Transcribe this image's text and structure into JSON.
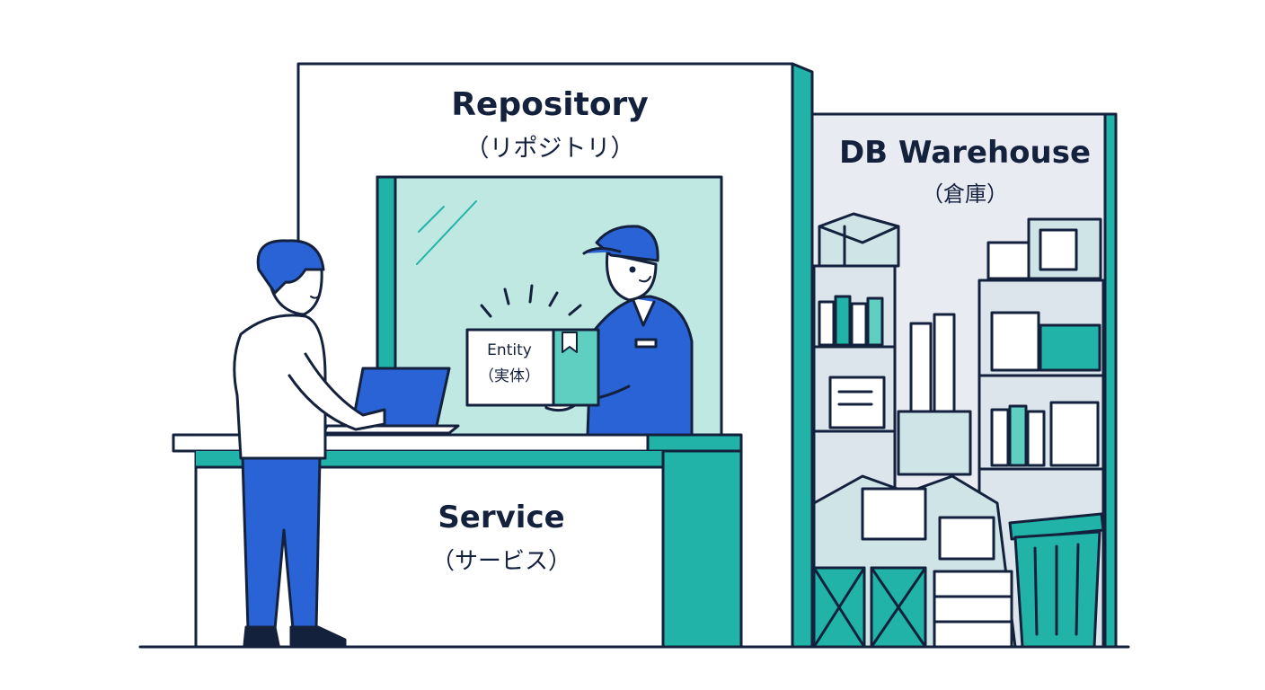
{
  "labels": {
    "repository_en": "Repository",
    "repository_jp": "（リポジトリ）",
    "warehouse_en": "DB Warehouse",
    "warehouse_jp": "（倉庫）",
    "service_en": "Service",
    "service_jp": "（サービス）",
    "entity_en": "Entity",
    "entity_jp": "（実体）"
  },
  "colors": {
    "navy": "#14213d",
    "blue": "#2a63d6",
    "teal": "#21b3a7",
    "teal_light": "#bfe8e3",
    "teal_mid": "#5fcfc1",
    "warehouse_bg": "#e8ecf2",
    "skin": "#ffffff"
  }
}
